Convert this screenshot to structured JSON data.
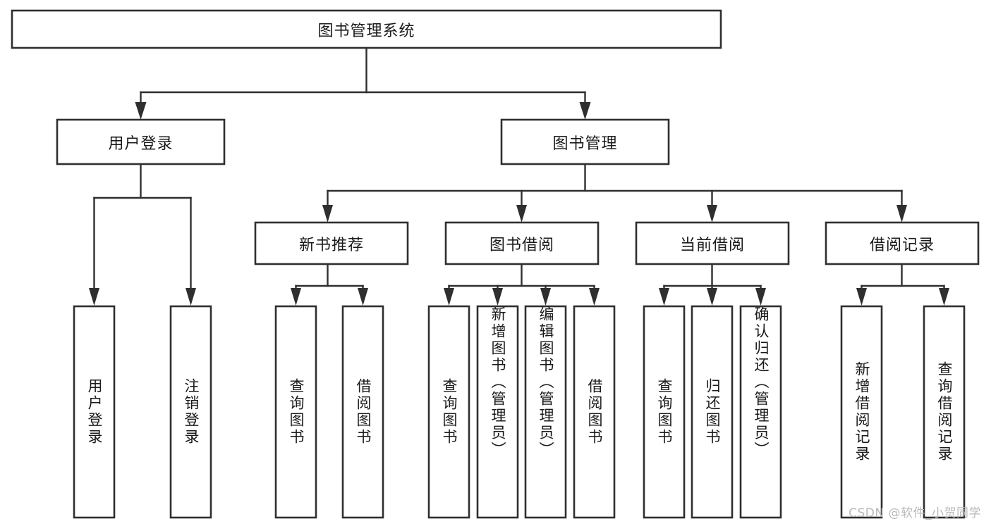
{
  "diagram": {
    "type": "tree-hierarchy",
    "title": "图书管理系统",
    "watermark": "CSDN @软件_小贺同学",
    "colors": {
      "background": "#ffffff",
      "box_stroke": "#2f2f2f",
      "box_fill": "#ffffff",
      "connector": "#2f2f2f",
      "text": "#1a1a1a",
      "watermark": "#b9b9b9"
    },
    "root": {
      "label": "图书管理系统",
      "orientation": "horizontal"
    },
    "level2": [
      {
        "label": "用户登录",
        "orientation": "horizontal"
      },
      {
        "label": "图书管理",
        "orientation": "horizontal"
      }
    ],
    "level3": [
      {
        "label": "新书推荐",
        "orientation": "horizontal",
        "parent": "图书管理"
      },
      {
        "label": "图书借阅",
        "orientation": "horizontal",
        "parent": "图书管理"
      },
      {
        "label": "当前借阅",
        "orientation": "horizontal",
        "parent": "图书管理"
      },
      {
        "label": "借阅记录",
        "orientation": "horizontal",
        "parent": "图书管理"
      }
    ],
    "leaves": {
      "用户登录": [
        {
          "label": "用户登录",
          "orientation": "vertical"
        },
        {
          "label": "注销登录",
          "orientation": "vertical"
        }
      ],
      "新书推荐": [
        {
          "label": "查询图书",
          "orientation": "vertical"
        },
        {
          "label": "借阅图书",
          "orientation": "vertical"
        }
      ],
      "图书借阅": [
        {
          "label": "查询图书",
          "orientation": "vertical"
        },
        {
          "label": "新增图书（管理员）",
          "orientation": "vertical"
        },
        {
          "label": "编辑图书（管理员）",
          "orientation": "vertical"
        },
        {
          "label": "借阅图书",
          "orientation": "vertical"
        }
      ],
      "当前借阅": [
        {
          "label": "查询图书",
          "orientation": "vertical"
        },
        {
          "label": "归还图书",
          "orientation": "vertical"
        },
        {
          "label": "确认归还（管理员）",
          "orientation": "vertical"
        }
      ],
      "借阅记录": [
        {
          "label": "新增借阅记录",
          "orientation": "vertical"
        },
        {
          "label": "查询借阅记录",
          "orientation": "vertical"
        }
      ]
    },
    "flat_labels": {
      "root": "图书管理系统",
      "l2_0": "用户登录",
      "l2_1": "图书管理",
      "l3_0": "新书推荐",
      "l3_1": "图书借阅",
      "l3_2": "当前借阅",
      "l3_3": "借阅记录",
      "leaf_a0": "用户登录",
      "leaf_a1": "注销登录",
      "leaf_b0": "查询图书",
      "leaf_b1": "借阅图书",
      "leaf_c0": "查询图书",
      "leaf_c1": "新增图书（管理员）",
      "leaf_c2": "编辑图书（管理员）",
      "leaf_c3": "借阅图书",
      "leaf_d0": "查询图书",
      "leaf_d1": "归还图书",
      "leaf_d2": "确认归还（管理员）",
      "leaf_e0": "新增借阅记录",
      "leaf_e1": "查询借阅记录"
    }
  }
}
